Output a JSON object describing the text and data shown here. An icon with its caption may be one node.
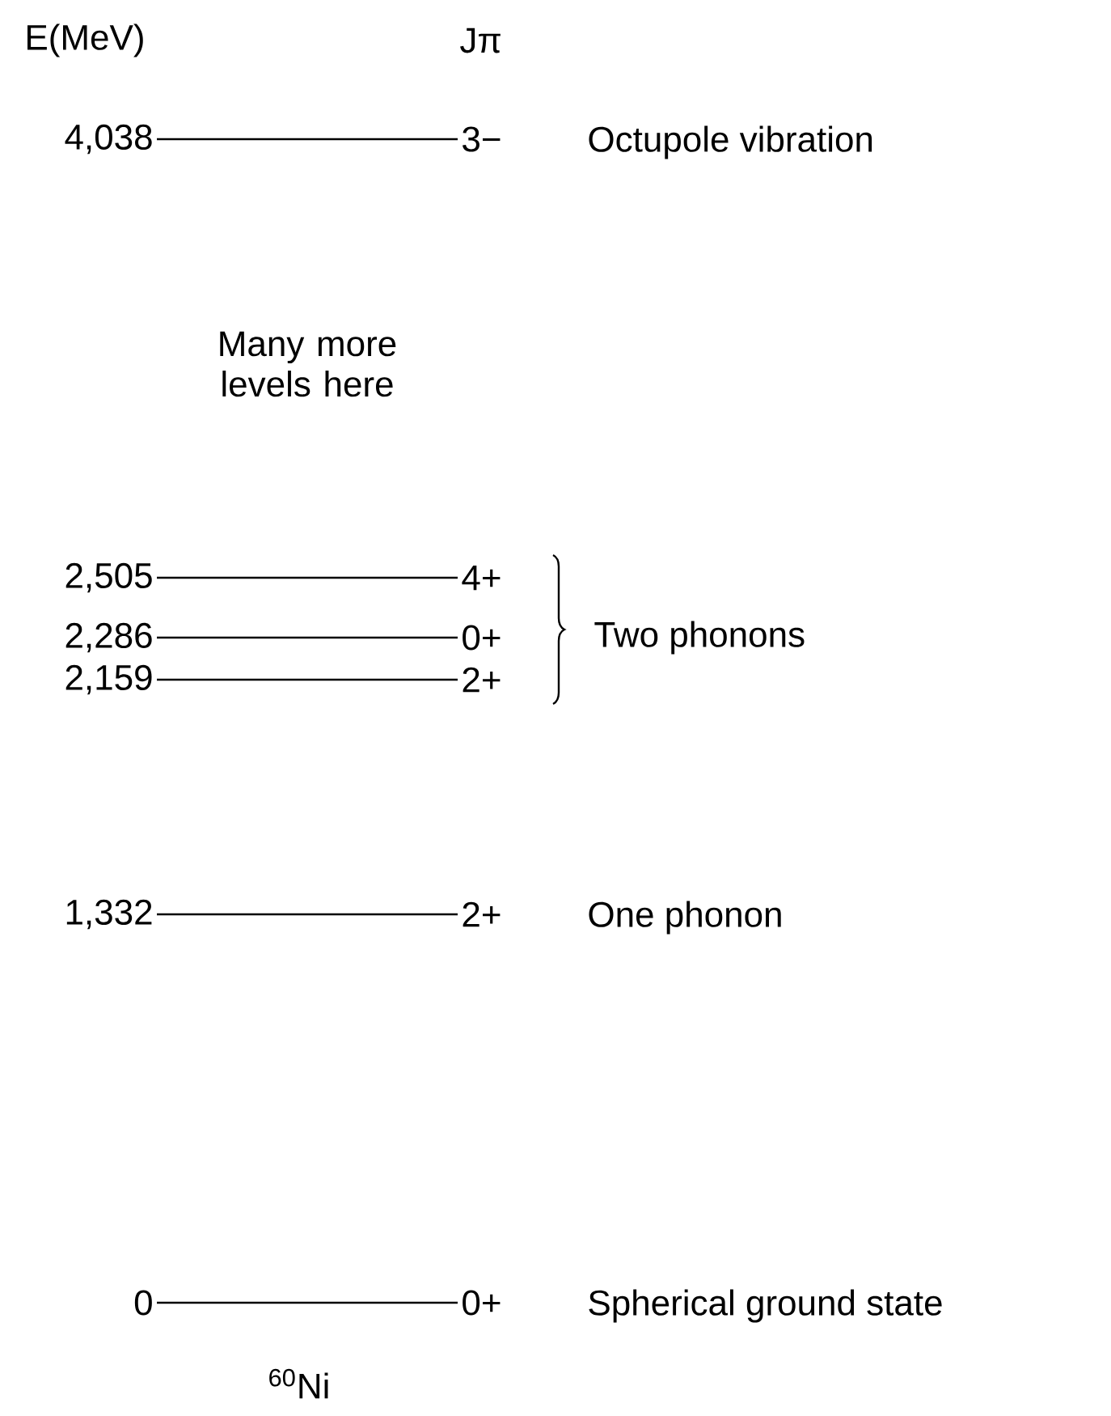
{
  "diagram": {
    "nodes": [
      {
        "text": [
          "4,038"
        ]
      },
      {
        "text": [
          "3−"
        ]
      },
      {
        "text": [
          "2,505"
        ]
      },
      {
        "text": [
          "4+"
        ]
      },
      {
        "text": [
          "2,286"
        ]
      },
      {
        "text": [
          "0+"
        ]
      },
      {
        "text": [
          "2,159"
        ]
      },
      {
        "text": [
          "2+"
        ]
      },
      {
        "text": [
          "1,332"
        ]
      },
      {
        "text": [
          "2+"
        ]
      },
      {
        "text": [
          "0"
        ]
      },
      {
        "text": [
          "0+"
        ]
      }
    ],
    "edges": [
      {
        "from": 0,
        "to": 1,
        "arrow": "none"
      },
      {
        "from": 2,
        "to": 3,
        "arrow": "none"
      },
      {
        "from": 4,
        "to": 5,
        "arrow": "none"
      },
      {
        "from": 6,
        "to": 7,
        "arrow": "none"
      },
      {
        "from": 8,
        "to": 9,
        "arrow": "none"
      },
      {
        "from": 10,
        "to": 11,
        "arrow": "none"
      }
    ],
    "labels": [
      "E(MeV)",
      "Jπ",
      "Octupole vibration",
      "Many more levels here",
      "Two phonons",
      "One phonon",
      "Spherical ground state",
      "$^{60}$Ni"
    ]
  }
}
